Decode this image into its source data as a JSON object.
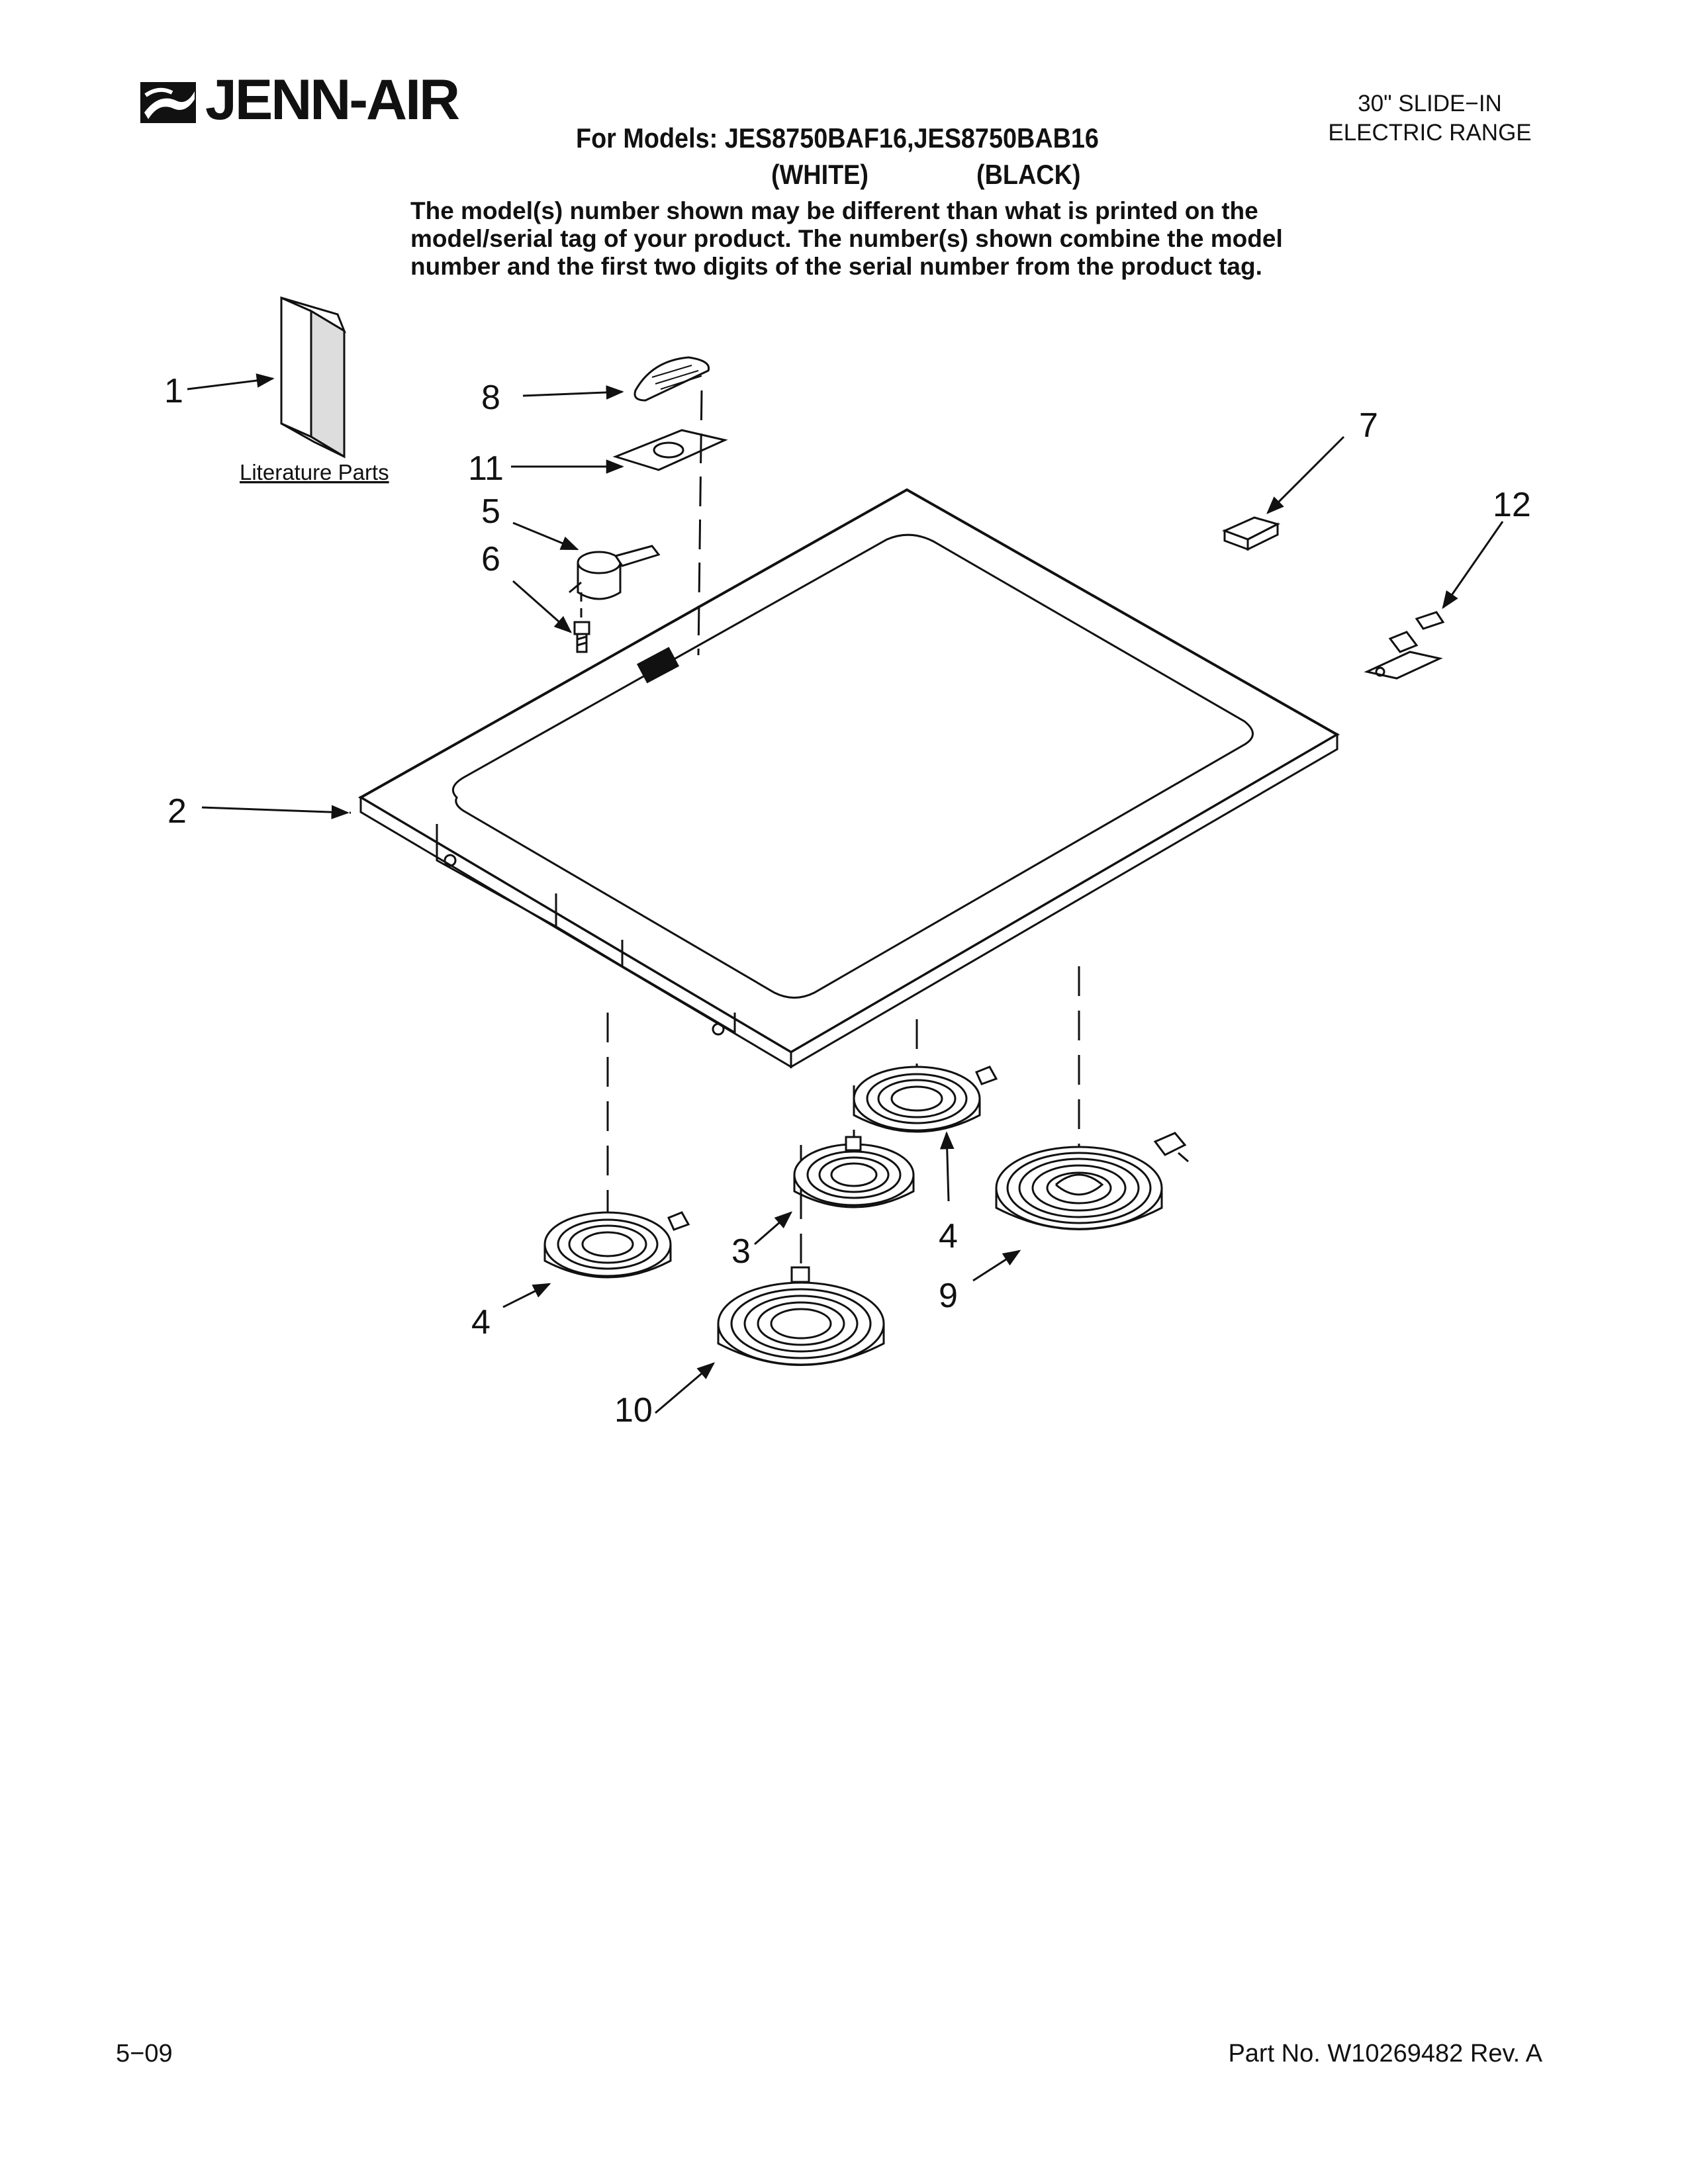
{
  "header": {
    "brand": "JENN-AIR",
    "models_line": "For Models: JES8750BAF16,JES8750BAB16",
    "variants": [
      "(WHITE)",
      "(BLACK)"
    ],
    "note_lines": [
      "The model(s) number shown may be different than what is printed on the",
      "model/serial tag of your product. The number(s) shown combine the model",
      "number and the first two digits of the serial number from the product tag."
    ],
    "doc_type_lines": [
      "30\" SLIDE−IN",
      "ELECTRIC RANGE"
    ]
  },
  "diagram": {
    "literature_label": "Literature Parts",
    "callouts": {
      "c1": "1",
      "c2": "2",
      "c3": "3",
      "c4a": "4",
      "c4b": "4",
      "c5": "5",
      "c6": "6",
      "c7": "7",
      "c8": "8",
      "c9": "9",
      "c10": "10",
      "c11": "11",
      "c12": "12"
    }
  },
  "footer": {
    "date": "5−09",
    "part_number": "Part No. W10269482 Rev. A"
  }
}
